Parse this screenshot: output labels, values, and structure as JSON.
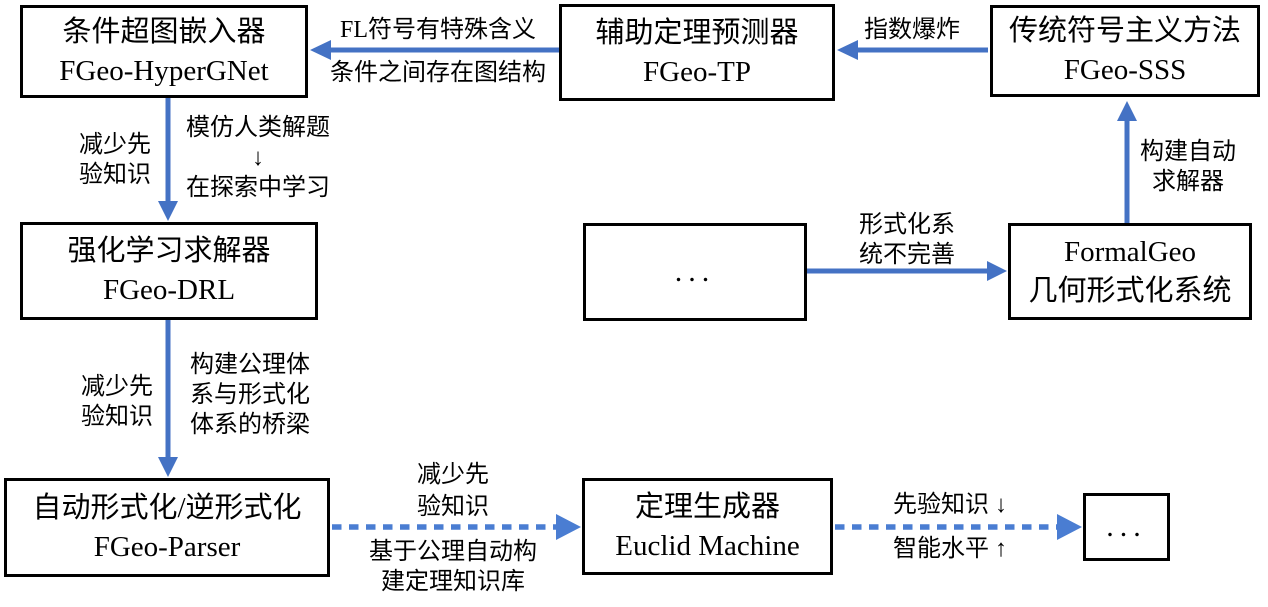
{
  "colors": {
    "arrow": "#4472c4",
    "arrow_dashed": "#4a7dd2",
    "box_border": "#000000",
    "background": "#ffffff",
    "text": "#000000"
  },
  "boxes": {
    "hypergnet": {
      "title": "条件超图嵌入器",
      "subtitle": "FGeo-HyperGNet"
    },
    "tp": {
      "title": "辅助定理预测器",
      "subtitle": "FGeo-TP"
    },
    "sss": {
      "title": "传统符号主义方法",
      "subtitle": "FGeo-SSS"
    },
    "drl": {
      "title": "强化学习求解器",
      "subtitle": "FGeo-DRL"
    },
    "mid_ellipsis": {
      "title": "..."
    },
    "formalgeo": {
      "title": "FormalGeo",
      "subtitle": "几何形式化系统"
    },
    "parser": {
      "title": "自动形式化/逆形式化",
      "subtitle": "FGeo-Parser"
    },
    "euclid": {
      "title": "定理生成器",
      "subtitle": "Euclid Machine"
    },
    "end_ellipsis": {
      "title": "..."
    }
  },
  "edge_labels": {
    "fl_special": "FL符号有特殊含义",
    "graph_structure": "条件之间存在图结构",
    "exp_explosion": "指数爆炸",
    "reduce_prior_top": "减少先\n验知识",
    "imitate_human": "模仿人类解题\n↓\n在探索中学习",
    "build_solver": "构建自动\n求解器",
    "system_incomplete": "形式化系\n统不完善",
    "reduce_prior_mid": "减少先\n验知识",
    "bridge_axiom": "构建公理体\n系与形式化\n体系的桥梁",
    "reduce_prior_bottom": "减少先\n验知识",
    "axiom_kb": "基于公理自动构\n建定理知识库",
    "prior_down": "先验知识 ↓",
    "intelligence_up": "智能水平 ↑"
  }
}
